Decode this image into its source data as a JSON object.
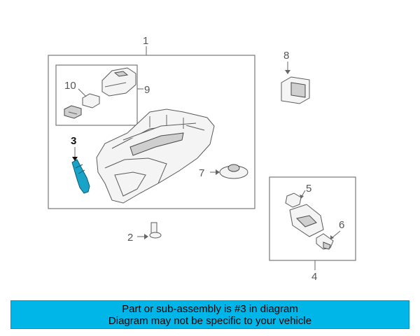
{
  "callouts": {
    "c1": "1",
    "c2": "2",
    "c3": "3",
    "c4": "4",
    "c5": "5",
    "c6": "6",
    "c7": "7",
    "c8": "8",
    "c9": "9",
    "c10": "10"
  },
  "highlight_color": "#1aa3c9",
  "banner": {
    "line1": "Part or sub-assembly is #3 in diagram",
    "line2": "Diagram may not be specific to your vehicle",
    "color": "#00b6e8"
  }
}
